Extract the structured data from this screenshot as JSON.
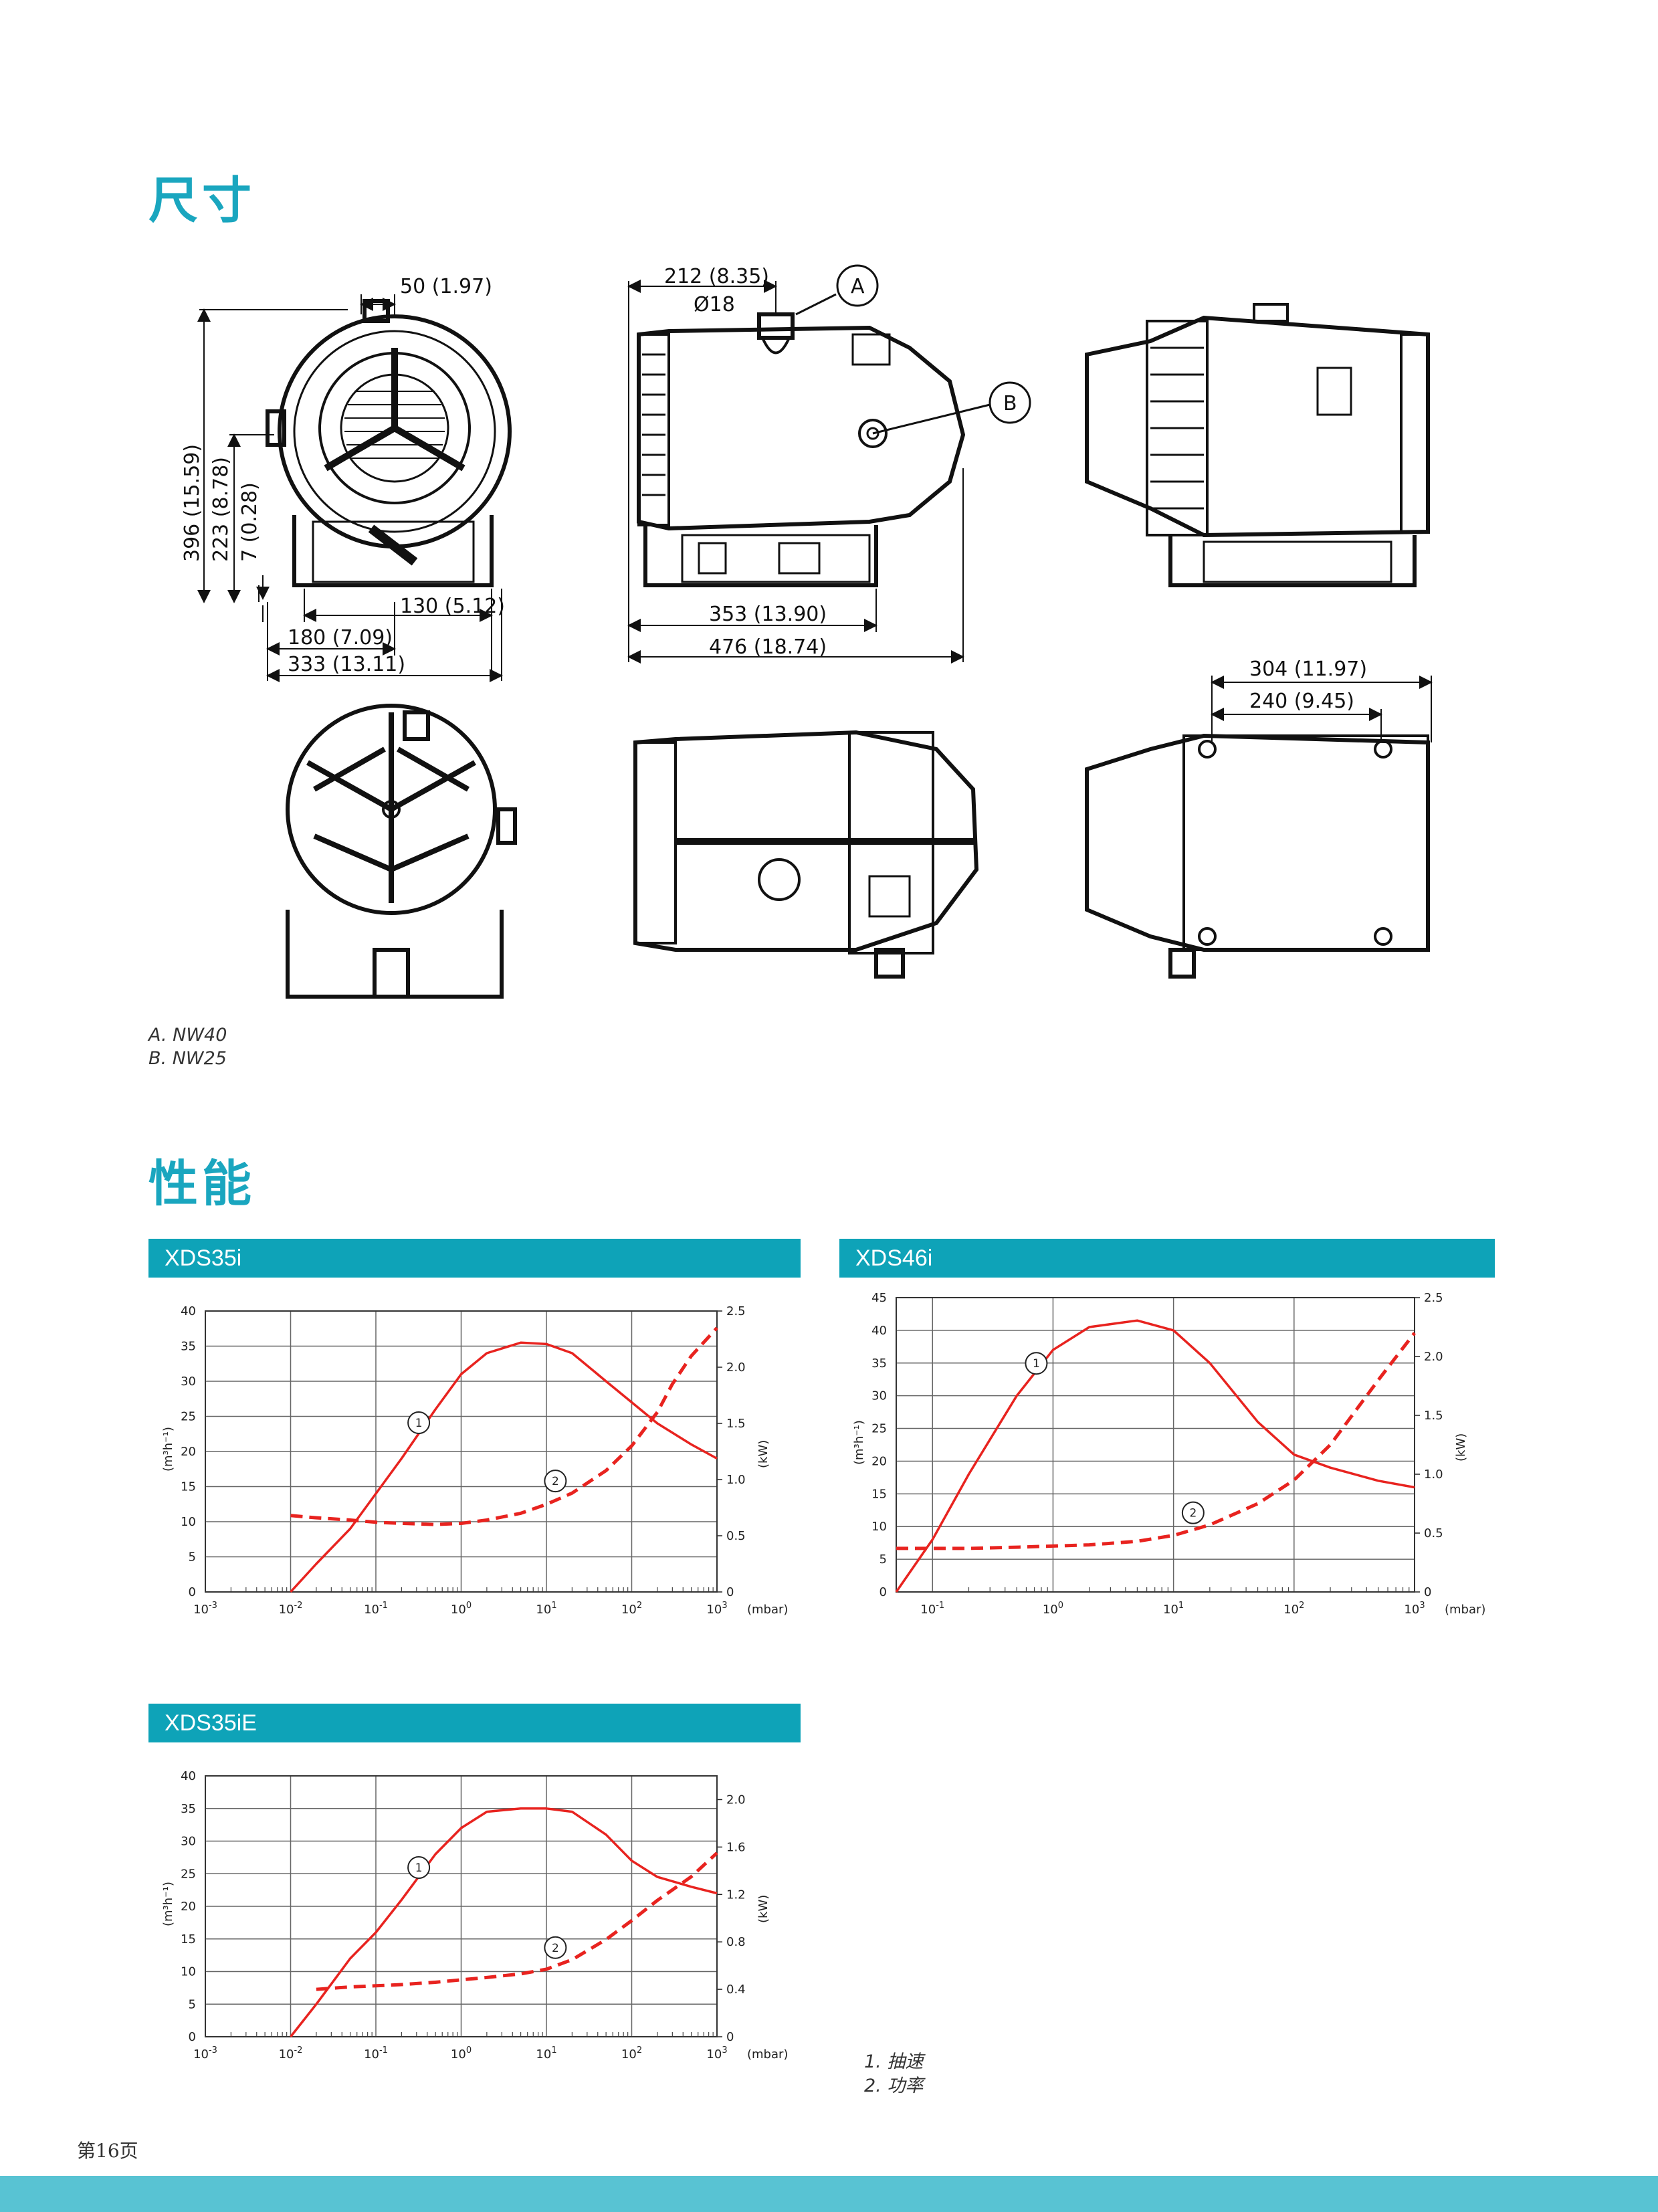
{
  "sections": {
    "dimensions_heading": "尺寸",
    "performance_heading": "性能"
  },
  "dimensions": {
    "labels": {
      "d50": "50 (1.97)",
      "d396": "396 (15.59)",
      "d223": "223 (8.78)",
      "d7": "7 (0.28)",
      "d130": "130 (5.12)",
      "d180": "180 (7.09)",
      "d333": "333 (13.11)",
      "d212": "212 (8.35)",
      "dphi": "Ø18",
      "d353": "353 (13.90)",
      "d476": "476 (18.74)",
      "d304": "304 (11.97)",
      "d240": "240 (9.45)",
      "callout_a": "A",
      "callout_b": "B"
    },
    "notes": [
      "A. NW40",
      "B. NW25"
    ]
  },
  "chart_data": [
    {
      "type": "line",
      "title": "XDS35i",
      "xscale": "log",
      "xlim": [
        0.001,
        1000
      ],
      "x_ticks": [
        "10-3",
        "10-2",
        "10-1",
        "100",
        "101",
        "102",
        "103"
      ],
      "x_unit": "(mbar)",
      "ylabel": "(m³h⁻¹)",
      "ylim": [
        0,
        40
      ],
      "y_ticks": [
        "0",
        "5",
        "10",
        "15",
        "20",
        "25",
        "30",
        "35",
        "40"
      ],
      "y2label": "(kW)",
      "y2lim": [
        0,
        2.5
      ],
      "y2_ticks": [
        "0",
        "0.5",
        "1.0",
        "1.5",
        "2.0",
        "2.5"
      ],
      "series": [
        {
          "name": "1",
          "axis": "left",
          "style": "solid",
          "x": [
            0.01,
            0.02,
            0.05,
            0.1,
            0.2,
            0.5,
            1,
            2,
            5,
            10,
            20,
            50,
            100,
            200,
            500,
            1000
          ],
          "y": [
            0,
            4,
            9,
            14,
            19,
            26,
            31,
            34,
            35.5,
            35.3,
            34,
            30,
            27,
            24,
            21,
            19
          ]
        },
        {
          "name": "2",
          "axis": "right",
          "style": "dashed",
          "x": [
            0.01,
            0.02,
            0.05,
            0.1,
            0.2,
            0.5,
            1,
            2,
            5,
            10,
            20,
            50,
            100,
            200,
            300,
            500,
            1000
          ],
          "y": [
            0.68,
            0.66,
            0.64,
            0.62,
            0.61,
            0.6,
            0.61,
            0.64,
            0.7,
            0.78,
            0.88,
            1.08,
            1.3,
            1.6,
            1.85,
            2.1,
            2.35
          ]
        }
      ],
      "colors": {
        "line": "#e8231f",
        "grid": "#666666"
      }
    },
    {
      "type": "line",
      "title": "XDS46i",
      "xscale": "log",
      "xlim": [
        0.05,
        1000
      ],
      "x_ticks": [
        "10-1",
        "100",
        "101",
        "102",
        "103"
      ],
      "x_unit": "(mbar)",
      "ylabel": "(m³h⁻¹)",
      "ylim": [
        0,
        45
      ],
      "y_ticks": [
        "0",
        "5",
        "10",
        "15",
        "20",
        "25",
        "30",
        "35",
        "40",
        "45"
      ],
      "y2label": "(kW)",
      "y2lim": [
        0,
        2.5
      ],
      "y2_ticks": [
        "0",
        "0.5",
        "1.0",
        "1.5",
        "2.0",
        "2.5"
      ],
      "series": [
        {
          "name": "1",
          "axis": "left",
          "style": "solid",
          "x": [
            0.05,
            0.1,
            0.2,
            0.5,
            1,
            2,
            5,
            10,
            20,
            50,
            100,
            200,
            500,
            1000
          ],
          "y": [
            0,
            8,
            18,
            30,
            37,
            40.5,
            41.5,
            40,
            35,
            26,
            21,
            19,
            17,
            16
          ]
        },
        {
          "name": "2",
          "axis": "right",
          "style": "dashed",
          "x": [
            0.05,
            0.1,
            0.2,
            0.5,
            1,
            2,
            5,
            10,
            20,
            50,
            100,
            200,
            500,
            1000
          ],
          "y": [
            0.37,
            0.37,
            0.37,
            0.38,
            0.39,
            0.4,
            0.43,
            0.48,
            0.57,
            0.75,
            0.95,
            1.25,
            1.8,
            2.2
          ]
        }
      ],
      "colors": {
        "line": "#e8231f",
        "grid": "#666666"
      }
    },
    {
      "type": "line",
      "title": "XDS35iE",
      "xscale": "log",
      "xlim": [
        0.001,
        1000
      ],
      "x_ticks": [
        "10-3",
        "10-2",
        "10-1",
        "100",
        "101",
        "102",
        "103"
      ],
      "x_unit": "(mbar)",
      "ylabel": "(m³h⁻¹)",
      "ylim": [
        0,
        40
      ],
      "y_ticks": [
        "0",
        "5",
        "10",
        "15",
        "20",
        "25",
        "30",
        "35",
        "40"
      ],
      "y2label": "(kW)",
      "y2lim": [
        0,
        2.2
      ],
      "y2_ticks": [
        "0",
        "0.4",
        "0.8",
        "1.2",
        "1.6",
        "2.0"
      ],
      "series": [
        {
          "name": "1",
          "axis": "left",
          "style": "solid",
          "x": [
            0.01,
            0.02,
            0.05,
            0.1,
            0.2,
            0.5,
            1,
            2,
            5,
            10,
            20,
            50,
            100,
            200,
            500,
            1000
          ],
          "y": [
            0,
            5,
            12,
            16,
            21,
            28,
            32,
            34.5,
            35,
            35,
            34.5,
            31,
            27,
            24.5,
            23,
            22
          ]
        },
        {
          "name": "2",
          "axis": "right",
          "style": "dashed",
          "x": [
            0.02,
            0.05,
            0.1,
            0.2,
            0.5,
            1,
            2,
            5,
            10,
            20,
            50,
            100,
            200,
            500,
            1000
          ],
          "y": [
            0.4,
            0.42,
            0.43,
            0.44,
            0.46,
            0.48,
            0.5,
            0.53,
            0.57,
            0.65,
            0.82,
            0.98,
            1.15,
            1.35,
            1.55
          ]
        }
      ],
      "colors": {
        "line": "#e8231f",
        "grid": "#666666"
      }
    }
  ],
  "legend": [
    "1. 抽速",
    "2. 功率"
  ],
  "page_number": "第16页"
}
